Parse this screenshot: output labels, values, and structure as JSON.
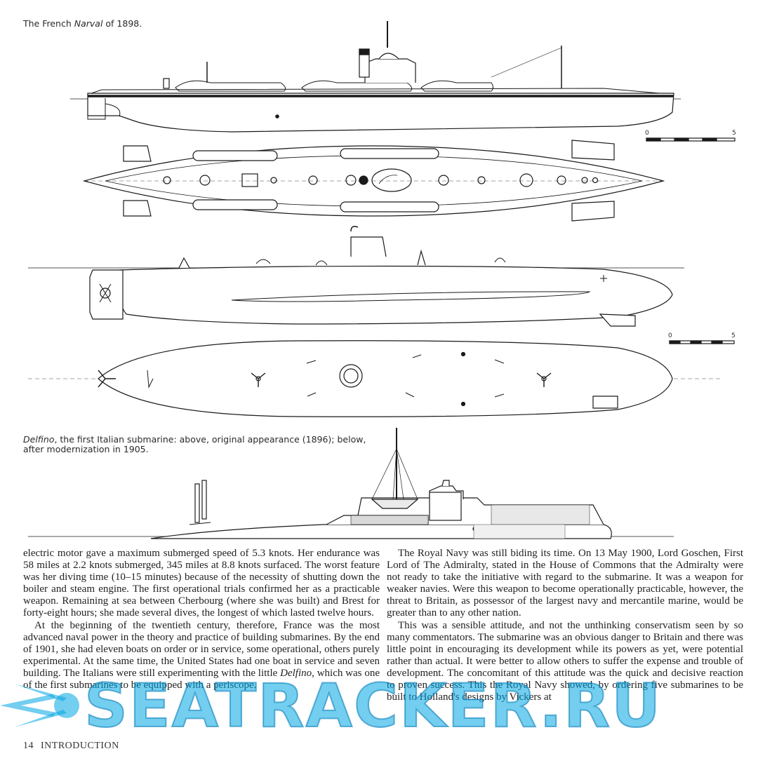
{
  "captions": {
    "narval": {
      "prefix": "The French ",
      "italic": "Narval",
      "suffix": " of 1898."
    },
    "delfino_line1_italic": "Delfino",
    "delfino_line1_rest": ", the first Italian submarine: above, original appearance (1896); below,",
    "delfino_line2": "after modernization in 1905."
  },
  "scale_bars": [
    {
      "start_label": "0",
      "end_label": "5"
    },
    {
      "start_label": "0",
      "end_label": "5"
    }
  ],
  "columns": {
    "left": {
      "p1": "electric motor gave a maximum submerged speed of 5.3 knots. Her endurance was 58 miles at 2.2 knots submerged, 345 miles at 8.8 knots surfaced. The worst feature was her diving time (10–15 minutes) because of the necessity of shutting down the boiler and steam engine. The first operational trials confirmed her as a practicable weapon. Remaining at sea between Cherbourg (where she was built) and Brest for forty-eight hours; she made several dives, the longest of which lasted twelve hours.",
      "p2_before": "At the beginning of the twentieth century, therefore, France was the most advanced naval power in the theory and practice of building submarines. By the end of 1901, she had eleven boats on order or in service, some operational, others purely experimental. At the same time, the United States had one boat in service and seven building. The Italians were still experimenting with the little ",
      "p2_italic": "Delfino",
      "p2_after": ", which was one of the first submarines to be equipped with a periscope."
    },
    "right": {
      "p1": "The Royal Navy was still biding its time. On 13 May 1900, Lord Goschen, First Lord of The Admiralty, stated in the House of Commons that the Admiralty were not ready to take the initiative with regard to the submarine. It was a weapon for weaker navies. Were this weapon to become operationally practicable, however, the threat to Britain, as possessor of the largest navy and mercantile marine, would be greater than to any other nation.",
      "p2": "This was a sensible attitude, and not the unthinking conservatism seen by so many commentators. The submarine was an obvious danger to Britain and there was little point in encouraging its development while its powers as yet, were potential rather than actual. It were better to allow others to suffer the expense and trouble of development. The concomitant of this attitude was the quick and decisive reaction to proven success. This the Royal Navy showed, by ordering five submarines to be built to Holland's designs by Vickers at"
    }
  },
  "footer": {
    "page_number": "14",
    "section": "INTRODUCTION"
  },
  "watermark": {
    "text": "SEATRACKER.RU",
    "color": "#00a5e1"
  }
}
